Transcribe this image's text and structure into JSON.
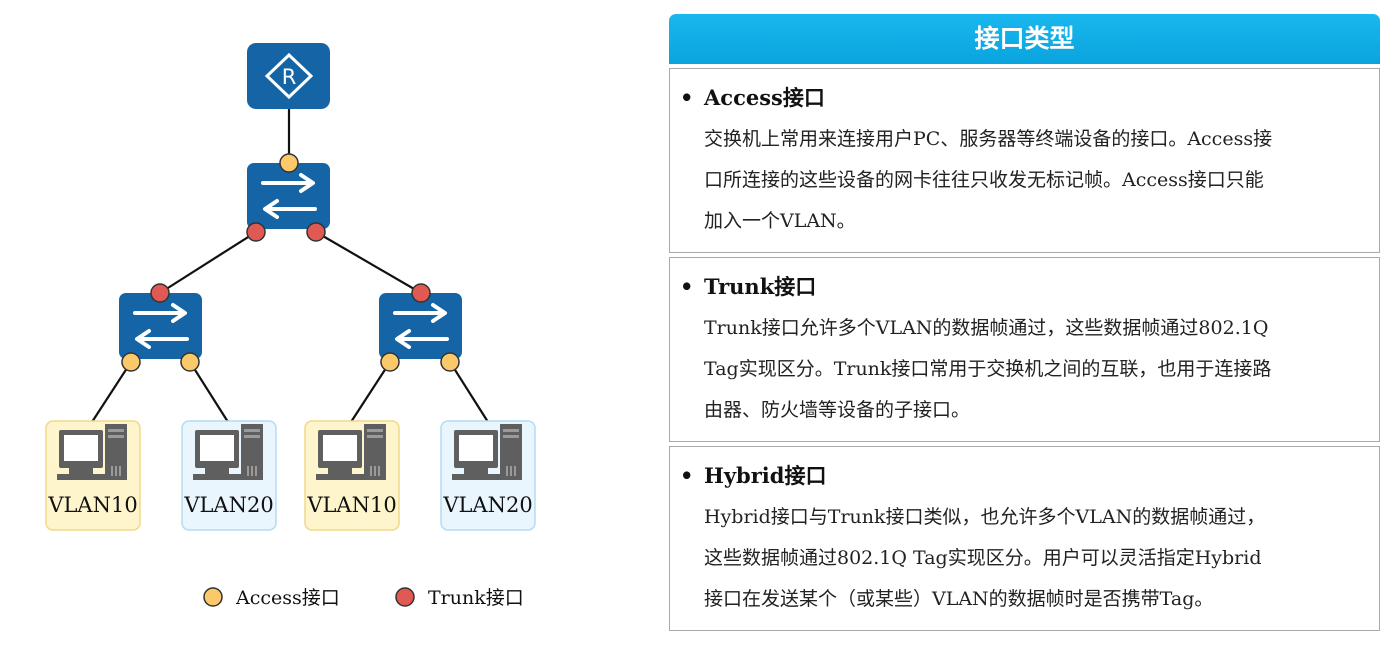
{
  "diagram": {
    "vlans": [
      "VLAN10",
      "VLAN20",
      "VLAN10",
      "VLAN20"
    ],
    "router_symbol": "R",
    "legend": {
      "access_label": "Access接口",
      "trunk_label": "Trunk接口"
    },
    "colors": {
      "device_blue": "#1565a6",
      "access_port": "#fbc96a",
      "trunk_port": "#e05a53",
      "vlan10_bg": "#fff5cc",
      "vlan20_bg": "#eaf6fd"
    }
  },
  "panel": {
    "title": "接口类型",
    "sections": [
      {
        "title": "Access接口",
        "lines": [
          "交换机上常用来连接用户PC、服务器等终端设备的接口。Access接",
          "口所连接的这些设备的网卡往往只收发无标记帧。Access接口只能",
          "加入一个VLAN。"
        ]
      },
      {
        "title": "Trunk接口",
        "lines": [
          "Trunk接口允许多个VLAN的数据帧通过，这些数据帧通过802.1Q",
          "Tag实现区分。Trunk接口常用于交换机之间的互联，也用于连接路",
          "由器、防火墙等设备的子接口。"
        ]
      },
      {
        "title": "Hybrid接口",
        "lines": [
          "Hybrid接口与Trunk接口类似，也允许多个VLAN的数据帧通过，",
          "这些数据帧通过802.1Q Tag实现区分。用户可以灵活指定Hybrid",
          "接口在发送某个（或某些）VLAN的数据帧时是否携带Tag。"
        ]
      }
    ],
    "header_color": "#12b0ea"
  }
}
